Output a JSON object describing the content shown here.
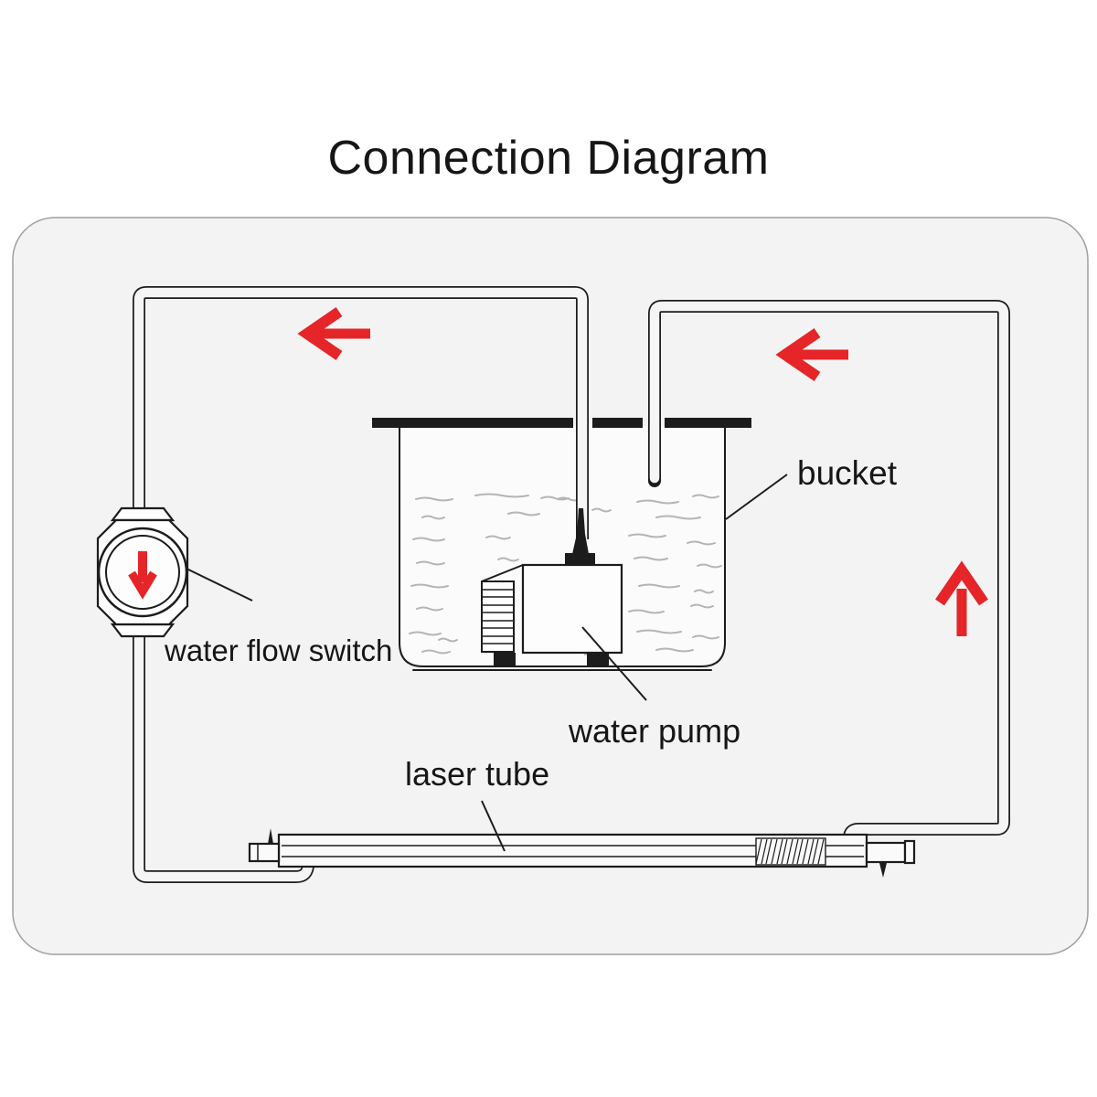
{
  "title": "Connection Diagram",
  "labels": {
    "water_flow_switch": "water flow switch",
    "water_pump": "water pump",
    "laser_tube": "laser tube",
    "bucket": "bucket"
  },
  "arrows": [
    {
      "name": "flow-arrow-top-left",
      "direction": "left"
    },
    {
      "name": "flow-arrow-top-right",
      "direction": "left"
    },
    {
      "name": "flow-arrow-right",
      "direction": "up"
    },
    {
      "name": "switch-dial-arrow",
      "direction": "down"
    }
  ],
  "colors": {
    "arrow_red": "#e52528",
    "line": "#1c1c1c",
    "panel_bg": "#f3f3f3",
    "panel_border": "#9f9f9f",
    "bucket_fill": "#fbfbfb",
    "tube_fill": "#f5f5f5",
    "glass_fill": "#fafafa",
    "water_texture": "#b5b5b5",
    "text": "#161616",
    "bg": "#ffffff"
  }
}
